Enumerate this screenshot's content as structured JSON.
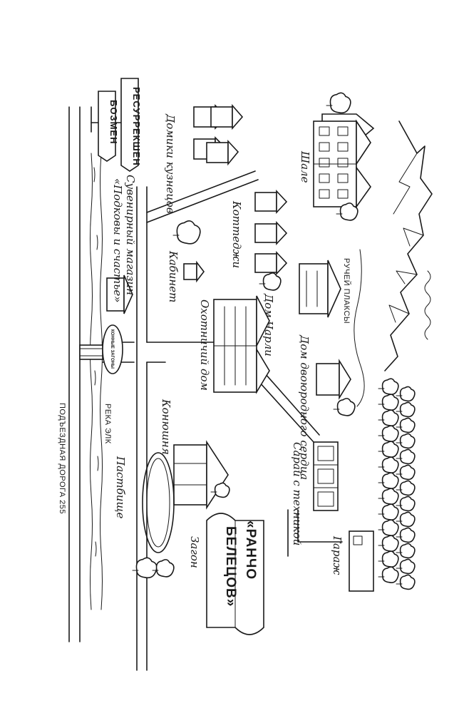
{
  "map": {
    "signpost": {
      "upper": "РЕСУРРЕКШЕН",
      "lower": "БОЗМЕН"
    },
    "labels": {
      "lodge": "Шале",
      "blacksmith_houses": "Домики кузнецов",
      "cottages": "Коттеджи",
      "cabin": "Кабинет",
      "charlie_house": "Дом Чарли",
      "hunting_lodge": "Охотничий дом",
      "creek": "РУЧЕЙ ПЛАКСЫ",
      "sister_house": "Дом двоюродного сердца",
      "souvenir_shop_line1": "Сувенирный магазин",
      "souvenir_shop_line2": "«Подковы и счастье»",
      "stable": "Конюшня",
      "pasture": "Пастбище",
      "barn": "Загон",
      "shed": "Сарай с техникой",
      "garage": "Гараж",
      "river": "РЕКА ЭЛК",
      "road": "ПОДЪЕЗДНАЯ ДОРОГА 255",
      "ranch_line1": "«РАНЧО",
      "ranch_line2": "БЕЛЕЦОВ»",
      "badge": "КОННЫЕ ЗАГОНЫ"
    }
  }
}
